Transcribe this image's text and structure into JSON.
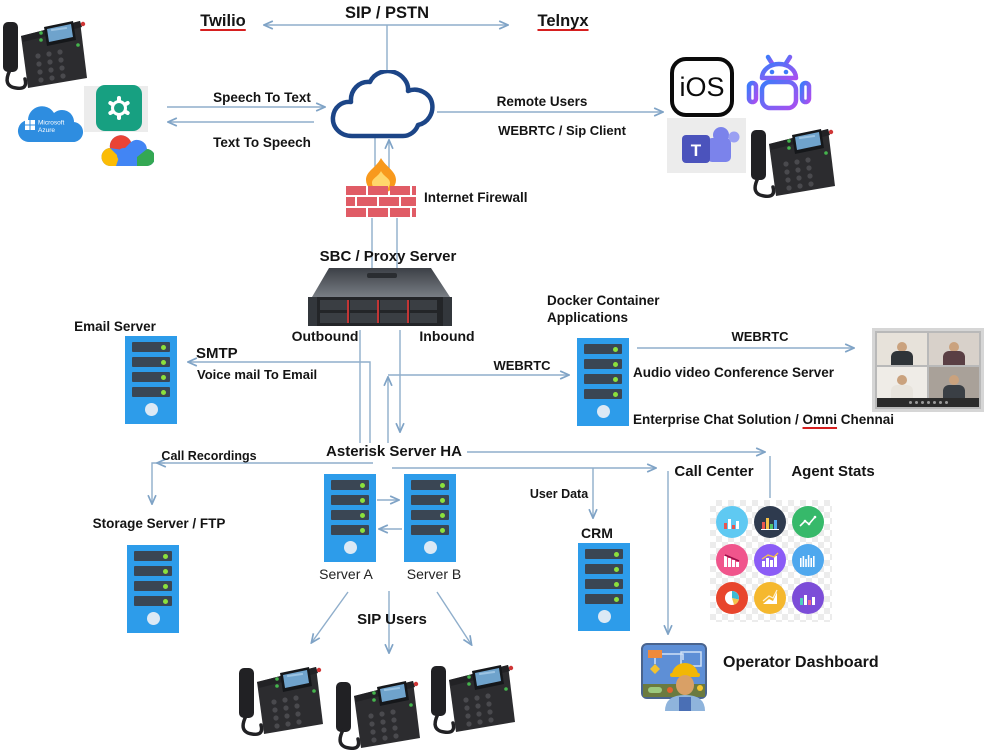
{
  "title": "VoIP Contact Center Architecture Diagram",
  "colors": {
    "connector": "#8FAECB",
    "arrowhead": "#7FA3C6",
    "server_blue": "#2D9CEA",
    "underline_red": "#D61F1F",
    "brick_red": "#E05C66",
    "flame_orange": "#F8991D",
    "cloud_outline": "#1C4587"
  },
  "icons": {
    "internet-cloud-icon": "cloud outline",
    "firewall-icon": "brick wall with flame",
    "rack-server-icon": "2U rack server",
    "tower-server-icon": "blue tower server",
    "azure-icon": "Microsoft Azure cloud",
    "openai-icon": "OpenAI knot",
    "google-cloud-icon": "Google Cloud",
    "ios-icon": "iOS app badge",
    "android-icon": "Android robot outline",
    "teams-icon": "Microsoft Teams",
    "sip-phone-icon": "desk IP phone",
    "video-conference-icon": "video meeting grid",
    "agent-stats-icon": "chart icon set",
    "operator-dashboard-icon": "operator with hard hat at panel"
  },
  "top": {
    "twilio": "Twilio",
    "sip_pstn": "SIP / PSTN",
    "telnyx": "Telnyx"
  },
  "cloud_links": {
    "speech_to_text": "Speech To Text",
    "text_to_speech": "Text To Speech",
    "remote_users": "Remote Users",
    "webrtc_sip_client": "WEBRTC / Sip Client"
  },
  "providers": {
    "azure_line1": "Microsoft",
    "azure_line2": "Azure",
    "ios": "iOS",
    "teams_letter": "T"
  },
  "firewall": {
    "label": "Internet Firewall"
  },
  "sbc": {
    "title": "SBC / Proxy Server",
    "outbound": "Outbound",
    "inbound": "Inbound"
  },
  "email": {
    "title": "Email Server",
    "smtp": "SMTP",
    "voicemail": "Voice mail To Email"
  },
  "docker": {
    "label_line1": "Docker Container",
    "label_line2": "Applications",
    "webrtc_in": "WEBRTC",
    "webrtc_out": "WEBRTC",
    "conference": "Audio video Conference Server",
    "chat_prefix": "Enterprise Chat Solution / ",
    "chat_underlined": "Omni",
    "chat_suffix": " Chennai"
  },
  "asterisk": {
    "title": "Asterisk Server HA",
    "server_a": "Server A",
    "server_b": "Server B",
    "sip_users": "SIP Users",
    "call_recordings": "Call Recordings"
  },
  "storage": {
    "title": "Storage Server / FTP"
  },
  "crm": {
    "user_data": "User Data",
    "title": "CRM"
  },
  "right_side": {
    "call_center": "Call Center",
    "agent_stats": "Agent Stats",
    "operator_dashboard": "Operator Dashboard"
  }
}
